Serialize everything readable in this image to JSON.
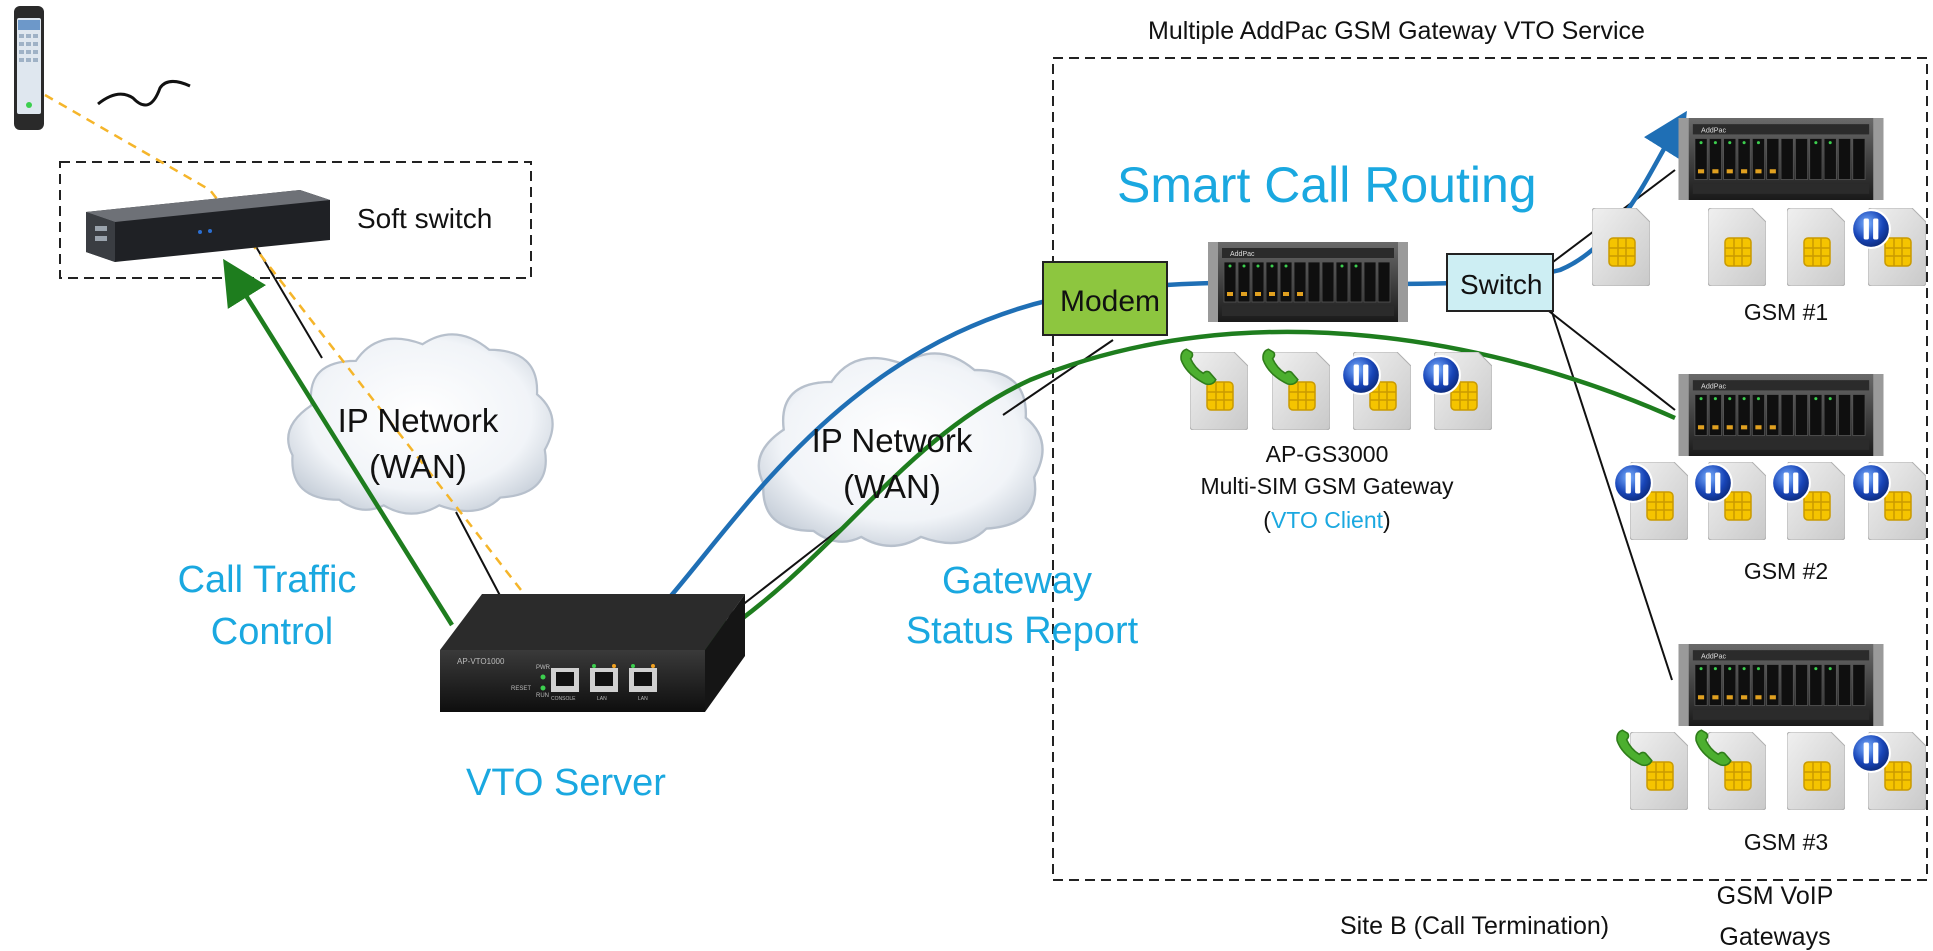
{
  "site_box_title": "Multiple AddPac GSM Gateway VTO Service",
  "soft_switch_label": "Soft switch",
  "ip_network_left": {
    "line1": "IP Network",
    "line2": "(WAN)"
  },
  "ip_network_right": {
    "line1": "IP Network",
    "line2": "(WAN)"
  },
  "call_traffic_control": {
    "line1": "Call Traffic",
    "line2": "Control"
  },
  "vto_server_label": "VTO Server",
  "gateway_status_report": {
    "line1": "Gateway",
    "line2": "Status Report"
  },
  "smart_call_routing": "Smart Call Routing",
  "modem_label": "Modem",
  "switch_label": "Switch",
  "ap_gs3000": {
    "line1": "AP-GS3000",
    "line2": "Multi-SIM GSM Gateway",
    "line3_open": "(",
    "line3_highlight": "VTO Client",
    "line3_close": ")"
  },
  "gsm1_label": "GSM #1",
  "gsm2_label": "GSM #2",
  "gsm3_label": "GSM #3",
  "site_b_label": "Site B (Call Termination)",
  "gsm_voip_gateways": {
    "line1": "GSM VoIP",
    "line2": "Gateways"
  },
  "vto_server_panel": {
    "model": "AP-VTO1000",
    "pwr": "PWR",
    "run": "RUN",
    "reset": "RESET",
    "console": "CONSOLE",
    "lan": "LAN",
    "lan2": "LAN"
  },
  "colors": {
    "accent_text": "#1aa8e0",
    "blue_route": "#1f6fb5",
    "green_route": "#1e7d1e",
    "dashed_orange": "#f5b52a",
    "modem_fill": "#8dc63f",
    "switch_fill": "#cdeef3"
  },
  "icons": [
    "mobile-phone-icon",
    "rack-server-icon",
    "cloud-icon",
    "vto-box-icon",
    "gsm-gateway-chassis-icon",
    "sim-card-icon",
    "phone-handset-icon",
    "pause-icon"
  ]
}
